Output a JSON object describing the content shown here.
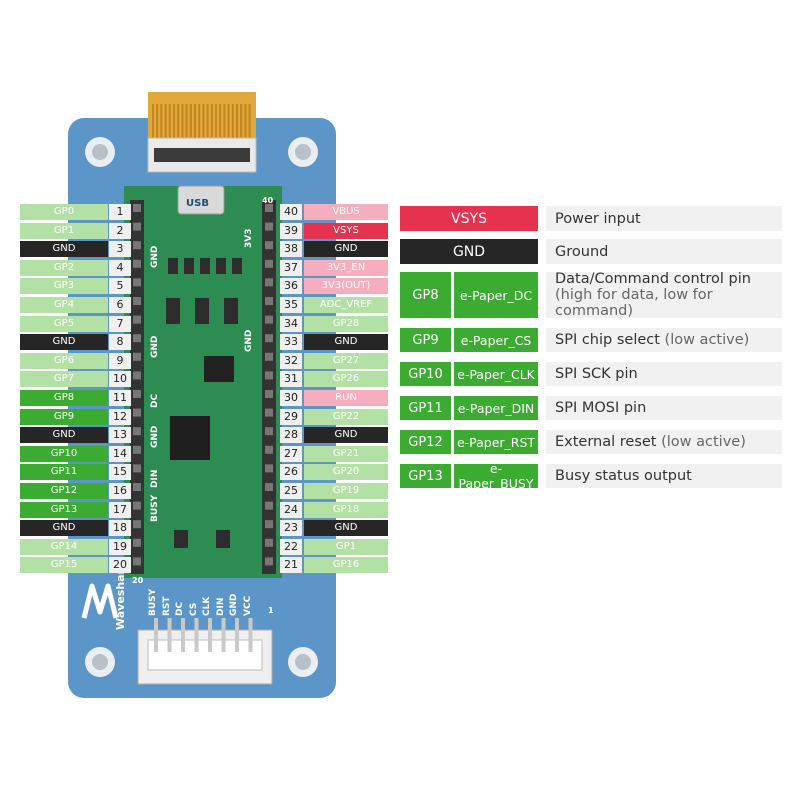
{
  "board": {
    "usb_label": "USB",
    "brand": "Waveshare",
    "silk_left": [
      "GND",
      "GND",
      "DC",
      "GND",
      "DIN",
      "BUSY"
    ],
    "silk_right": [
      "3V3",
      "GND"
    ],
    "silk_corner_left": "20",
    "silk_corner_right": "40",
    "connector_labels": [
      "BUSY",
      "RST",
      "DC",
      "CS",
      "CLK",
      "DIN",
      "GND",
      "VCC"
    ],
    "connector_pin_first": "1"
  },
  "left_pins": [
    {
      "label": "GP0",
      "num": "1",
      "style": "light"
    },
    {
      "label": "GP1",
      "num": "2",
      "style": "light"
    },
    {
      "label": "GND",
      "num": "3",
      "style": "gnd"
    },
    {
      "label": "GP2",
      "num": "4",
      "style": "light"
    },
    {
      "label": "GP3",
      "num": "5",
      "style": "light"
    },
    {
      "label": "GP4",
      "num": "6",
      "style": "light"
    },
    {
      "label": "GP5",
      "num": "7",
      "style": "light"
    },
    {
      "label": "GND",
      "num": "8",
      "style": "gnd"
    },
    {
      "label": "GP6",
      "num": "9",
      "style": "light"
    },
    {
      "label": "GP7",
      "num": "10",
      "style": "light"
    },
    {
      "label": "GP8",
      "num": "11",
      "style": "dark"
    },
    {
      "label": "GP9",
      "num": "12",
      "style": "dark"
    },
    {
      "label": "GND",
      "num": "13",
      "style": "gnd"
    },
    {
      "label": "GP10",
      "num": "14",
      "style": "dark"
    },
    {
      "label": "GP11",
      "num": "15",
      "style": "dark"
    },
    {
      "label": "GP12",
      "num": "16",
      "style": "dark"
    },
    {
      "label": "GP13",
      "num": "17",
      "style": "dark"
    },
    {
      "label": "GND",
      "num": "18",
      "style": "gnd"
    },
    {
      "label": "GP14",
      "num": "19",
      "style": "light"
    },
    {
      "label": "GP15",
      "num": "20",
      "style": "light"
    }
  ],
  "right_pins": [
    {
      "label": "VBUS",
      "num": "40",
      "style": "pink"
    },
    {
      "label": "VSYS",
      "num": "39",
      "style": "red"
    },
    {
      "label": "GND",
      "num": "38",
      "style": "gnd"
    },
    {
      "label": "3V3_EN",
      "num": "37",
      "style": "pink"
    },
    {
      "label": "3V3(OUT)",
      "num": "36",
      "style": "pink"
    },
    {
      "label": "ADC_VREF",
      "num": "35",
      "style": "light"
    },
    {
      "label": "GP28",
      "num": "34",
      "style": "light"
    },
    {
      "label": "GND",
      "num": "33",
      "style": "gnd"
    },
    {
      "label": "GP27",
      "num": "32",
      "style": "light"
    },
    {
      "label": "GP26",
      "num": "31",
      "style": "light"
    },
    {
      "label": "RUN",
      "num": "30",
      "style": "pink"
    },
    {
      "label": "GP22",
      "num": "29",
      "style": "light"
    },
    {
      "label": "GND",
      "num": "28",
      "style": "gnd"
    },
    {
      "label": "GP21",
      "num": "27",
      "style": "light"
    },
    {
      "label": "GP20",
      "num": "26",
      "style": "light"
    },
    {
      "label": "GP19",
      "num": "25",
      "style": "light"
    },
    {
      "label": "GP18",
      "num": "24",
      "style": "light"
    },
    {
      "label": "GND",
      "num": "23",
      "style": "gnd"
    },
    {
      "label": "GP1",
      "num": "22",
      "style": "light"
    },
    {
      "label": "GP16",
      "num": "21",
      "style": "light"
    }
  ],
  "table": [
    {
      "pin": "VSYS",
      "desc": "Power input",
      "desc_light": "",
      "style": "red"
    },
    {
      "pin": "GND",
      "desc": "Ground",
      "desc_light": "",
      "style": "gnd"
    },
    {
      "pin": "GP8",
      "func": "e-Paper_DC",
      "desc": "Data/Command control pin",
      "desc_light": "(high for data, low for command)",
      "style": "dark"
    },
    {
      "pin": "GP9",
      "func": "e-Paper_CS",
      "desc": "SPI chip select",
      "desc_light": "(low active)",
      "style": "dark"
    },
    {
      "pin": "GP10",
      "func": "e-Paper_CLK",
      "desc": "SPI  SCK pin",
      "desc_light": "",
      "style": "dark"
    },
    {
      "pin": "GP11",
      "func": "e-Paper_DIN",
      "desc": "SPI MOSI pin",
      "desc_light": "",
      "style": "dark"
    },
    {
      "pin": "GP12",
      "func": "e-Paper_RST",
      "desc": "External reset",
      "desc_light": "(low active)",
      "style": "dark"
    },
    {
      "pin": "GP13",
      "func": "e-Paper_BUSY",
      "desc": "Busy status output",
      "desc_light": "",
      "style": "dark"
    }
  ]
}
